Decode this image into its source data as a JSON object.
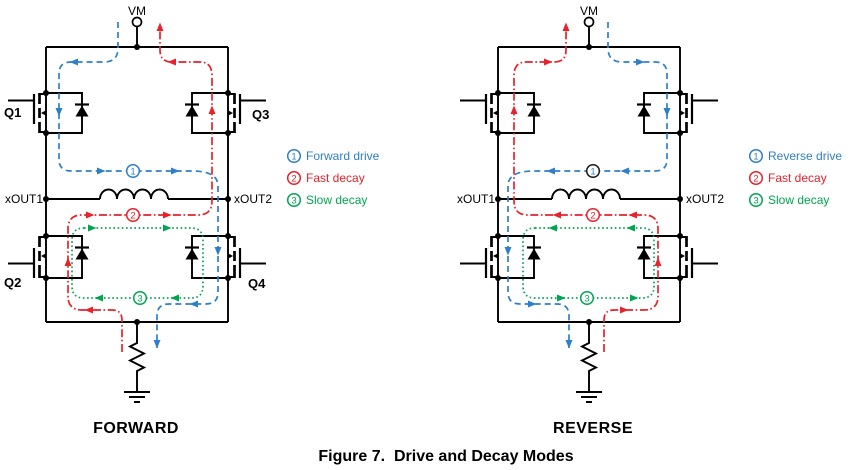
{
  "figure": {
    "caption": "Figure 7.  Drive and Decay Modes"
  },
  "colors": {
    "drive_blue": "#2E7FC9",
    "fast_decay_red": "#E8212A",
    "slow_decay_green": "#00A550",
    "circuit_black": "#000000"
  },
  "forward": {
    "title": "FORWARD",
    "supply_label": "VM",
    "output_left": "xOUT1",
    "output_right": "xOUT2",
    "transistor_top_left": "Q1",
    "transistor_bottom_left": "Q2",
    "transistor_top_right": "Q3",
    "transistor_bottom_right": "Q4",
    "path_labels": {
      "drive": "1",
      "fast_decay": "2",
      "slow_decay": "3"
    },
    "legend": [
      {
        "num": "1",
        "label": "Forward drive"
      },
      {
        "num": "2",
        "label": "Fast decay"
      },
      {
        "num": "3",
        "label": "Slow decay"
      }
    ]
  },
  "reverse": {
    "title": "REVERSE",
    "supply_label": "VM",
    "output_left": "xOUT1",
    "output_right": "xOUT2",
    "path_labels": {
      "drive": "1",
      "fast_decay": "2",
      "slow_decay": "3"
    },
    "legend": [
      {
        "num": "1",
        "label": "Reverse drive"
      },
      {
        "num": "2",
        "label": "Fast decay"
      },
      {
        "num": "3",
        "label": "Slow decay"
      }
    ]
  }
}
